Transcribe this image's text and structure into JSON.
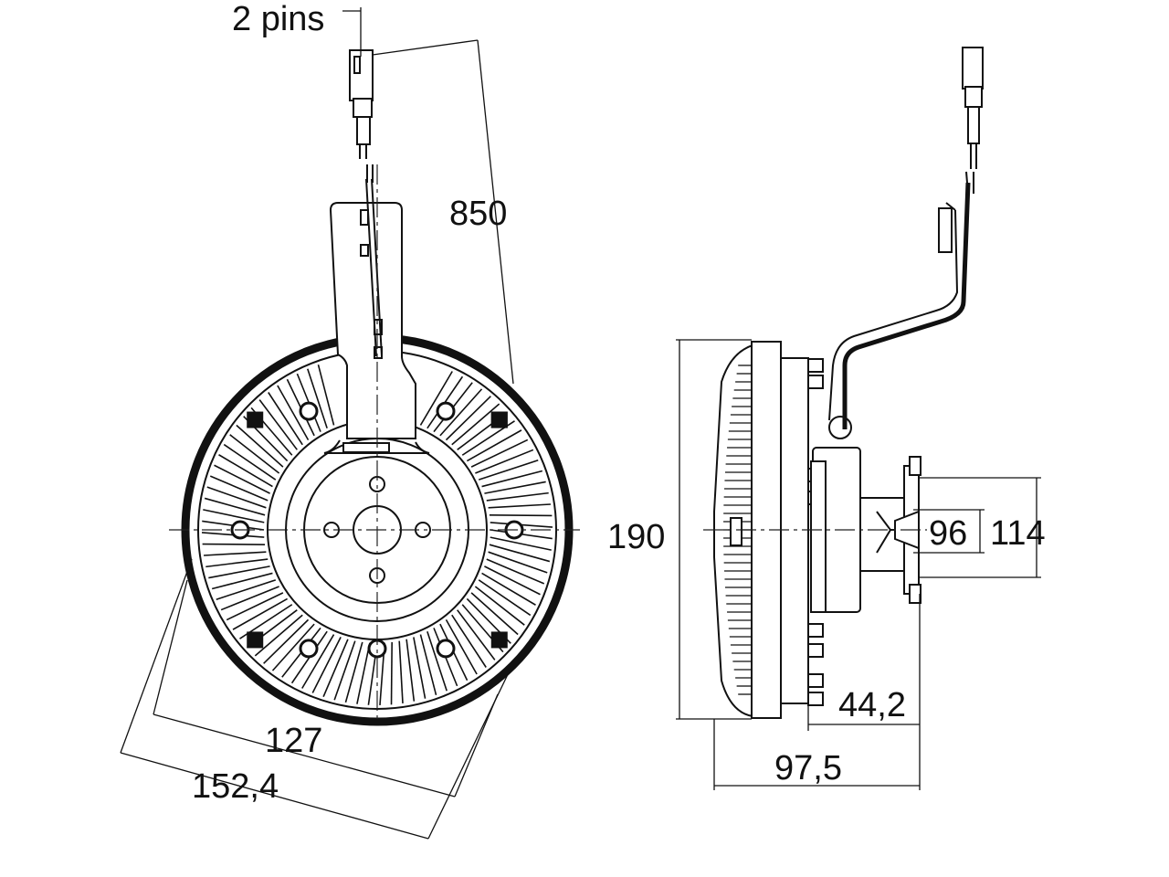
{
  "labels": {
    "pins": "2 pins",
    "cable_length": "850",
    "outer_diameter": "190",
    "inner_bore": "96",
    "flange_diameter": "114",
    "hub_depth": "44,2",
    "overall_depth": "97,5",
    "bolt_circle": "127",
    "pilot_diameter": "152,4"
  },
  "colors": {
    "ink": "#111111",
    "background": "#ffffff"
  }
}
